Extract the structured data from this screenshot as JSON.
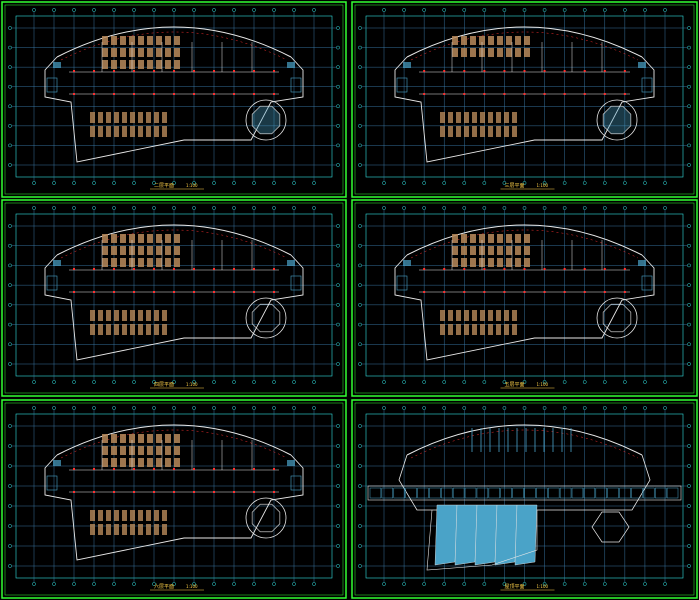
{
  "colors": {
    "background": "#000000",
    "frame": "#33ff33",
    "grid": "#3c7fae",
    "dimension": "#33e0e0",
    "wall": "#e8e8e8",
    "column": "#ff3030",
    "furniture": "#b88a5a",
    "glass": "#4aa3c8",
    "text": "#ffd24a"
  },
  "panels": [
    {
      "name": "plan-1",
      "caption": "二层平面",
      "scale": "1:100",
      "type": "floor"
    },
    {
      "name": "plan-2",
      "caption": "三层平面",
      "scale": "1:100",
      "type": "floor"
    },
    {
      "name": "plan-3",
      "caption": "四层平面",
      "scale": "1:100",
      "type": "floor"
    },
    {
      "name": "plan-4",
      "caption": "五层平面",
      "scale": "1:100",
      "type": "floor"
    },
    {
      "name": "plan-5",
      "caption": "六层平面",
      "scale": "1:100",
      "type": "floor"
    },
    {
      "name": "plan-6",
      "caption": "屋顶平面",
      "scale": "1:100",
      "type": "roof"
    }
  ]
}
